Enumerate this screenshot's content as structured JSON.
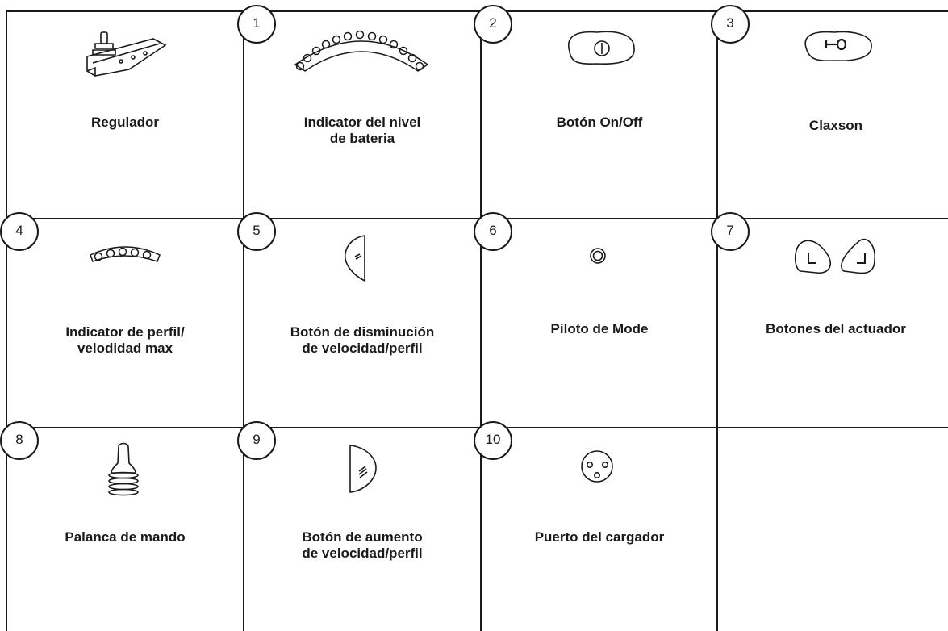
{
  "cells": [
    {
      "number": "",
      "icon": "throttle-handle-icon",
      "label": "Regulador"
    },
    {
      "number": "1",
      "icon": "battery-level-leds-icon",
      "label": "Indicator del nivel\nde bateria"
    },
    {
      "number": "2",
      "icon": "power-button-icon",
      "label": "Botón On/Off"
    },
    {
      "number": "3",
      "icon": "horn-button-icon",
      "label": "Claxson"
    },
    {
      "number": "4",
      "icon": "profile-leds-icon",
      "label": "Indicator de perfil/\nvelodidad max"
    },
    {
      "number": "5",
      "icon": "speed-decrease-button-icon",
      "label": "Botón de disminución\nde velocidad/perfil"
    },
    {
      "number": "6",
      "icon": "mode-pilot-light-icon",
      "label": "Piloto de Mode"
    },
    {
      "number": "7",
      "icon": "actuator-buttons-icon",
      "label": "Botones del actuador"
    },
    {
      "number": "8",
      "icon": "joystick-icon",
      "label": "Palanca de mando"
    },
    {
      "number": "9",
      "icon": "speed-increase-button-icon",
      "label": "Botón de aumento\nde velocidad/perfil"
    },
    {
      "number": "10",
      "icon": "charger-port-icon",
      "label": "Puerto del cargador"
    }
  ]
}
